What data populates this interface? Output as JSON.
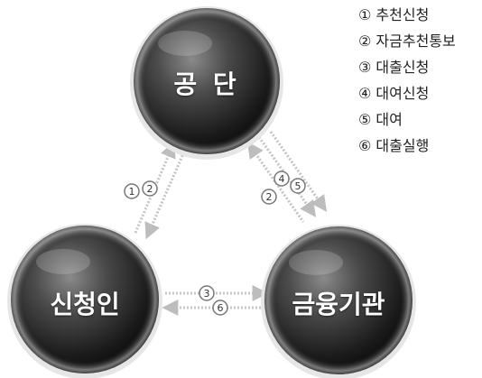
{
  "nodes": {
    "agency": "공 단",
    "applicant": "신청인",
    "bank": "금융기관"
  },
  "legend": [
    "① 추천신청",
    "② 자금추천통보",
    "③ 대출신청",
    "④ 대여신청",
    "⑤ 대여",
    "⑥ 대출실행"
  ],
  "arrow_numbers": {
    "left_top": "1",
    "left_bottom": "2",
    "right_a": "4",
    "right_b": "5",
    "right_c": "2",
    "bottom_top": "3",
    "bottom_bottom": "6"
  }
}
